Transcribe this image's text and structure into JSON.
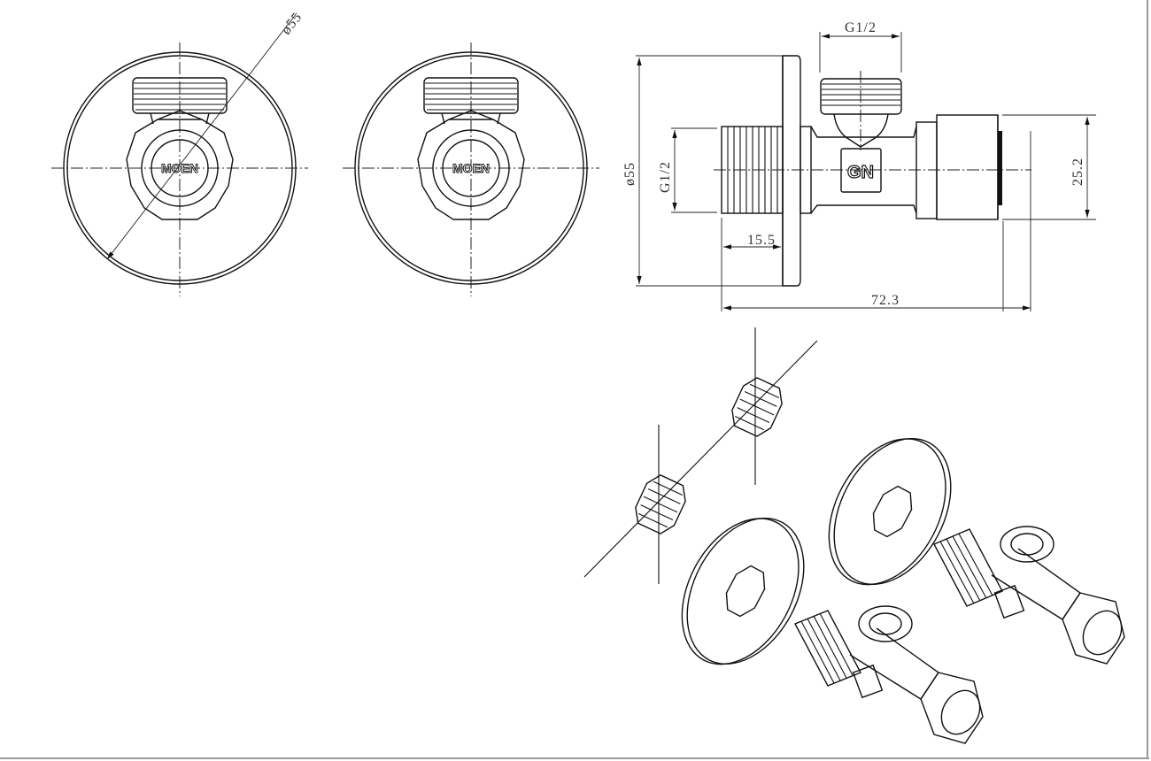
{
  "drawing": {
    "front_view_diameter": "ø55",
    "logo_text": "MOEN",
    "side_view": {
      "diameter": "ø55",
      "inlet_thread": "G1/2",
      "outlet_thread": "G1/2",
      "thread_length": "15.5",
      "overall_length": "72.3",
      "nut_height": "25.2",
      "body_mark": "GN"
    }
  }
}
